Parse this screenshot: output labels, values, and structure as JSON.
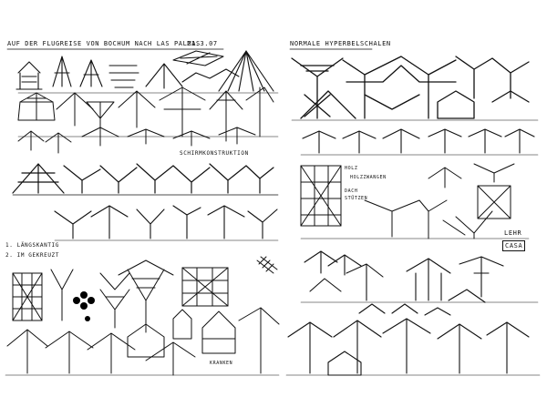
{
  "page": {
    "header_note": "AUF DER FLUGREISE VON BOCHUM NACH LAS PALMAS",
    "date_note": "21.3.07",
    "section_schirmkonstruktion": "SCHIRMKONSTRUKTION",
    "section_normal": "NORMALE HYPERBELSCHALEN",
    "label_holz": "HOLZ",
    "label_holzzwangen": "HOLZZWANGEN",
    "label_kombiniert": "1. LÄNGSKANTIG",
    "label_gekreuzt": "2. IM GEKREUZT",
    "label_dach": "DACH",
    "label_stuetzen": "STÜTZEN",
    "label_kran": "KRANKEN",
    "signature": "LEHR",
    "box_label": "CASA"
  }
}
